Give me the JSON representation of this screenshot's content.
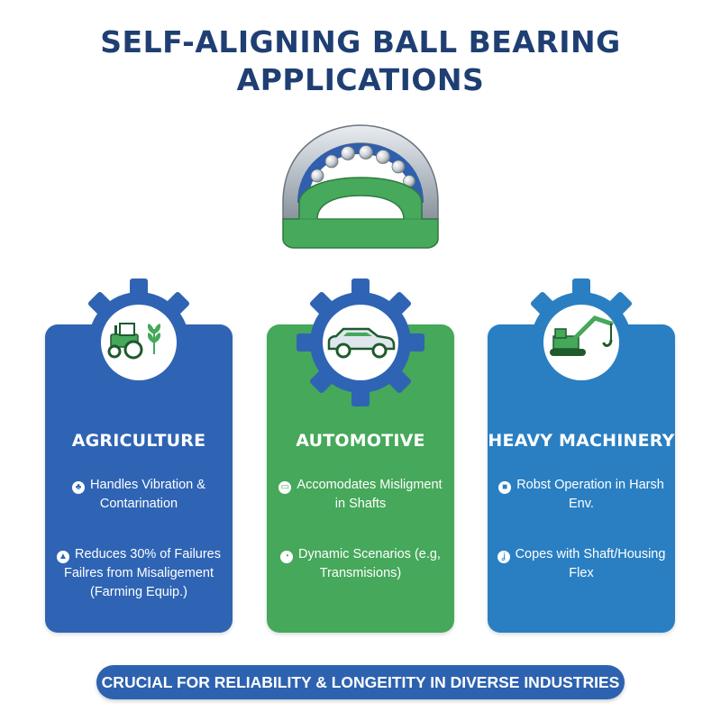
{
  "title": {
    "line1": "SELF-ALIGNING BALL BEARING",
    "line2": "APPLICATIONS"
  },
  "colors": {
    "title": "#1f3f73",
    "agriculture": "#2f64b4",
    "automotive": "#46a85a",
    "heavy_machinery": "#2a7fc2",
    "banner": "#2d62b0"
  },
  "hero_icon": "self-aligning-ball-bearing-illustration",
  "cards": [
    {
      "title": "AGRICULTURE",
      "icon": "tractor-icon",
      "bullets": [
        {
          "icon": "plant-icon",
          "text": "Handles Vibration & Contarination"
        },
        {
          "icon": "warning-icon",
          "text": "Reduces 30% of Failures Failres from Misaligement (Farming Equip.)"
        }
      ]
    },
    {
      "title": "AUTOMOTIVE",
      "icon": "car-icon",
      "bullets": [
        {
          "icon": "shaft-icon",
          "text": "Accomodates Misligment in Shafts"
        },
        {
          "icon": "gauge-icon",
          "text": "Dynamic Scenarios (e.g, Transmisions)"
        }
      ]
    },
    {
      "title": "HEAVY MACHINERY",
      "icon": "excavator-icon",
      "bullets": [
        {
          "icon": "machine-icon",
          "text": "Robst Operation in Harsh Env."
        },
        {
          "icon": "hook-icon",
          "text": "Copes with Shaft/Housing Flex"
        }
      ]
    }
  ],
  "banner": "CRUCIAL FOR RELIABILITY & LONGEITITY IN DIVERSE INDUSTRIES"
}
